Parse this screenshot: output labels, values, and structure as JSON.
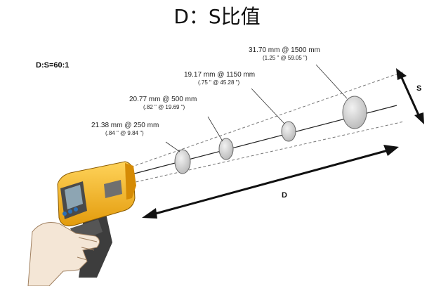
{
  "title": "D：S比值",
  "ratio_label": "D:S=60:1",
  "spots": [
    {
      "mm": "21.38 mm @ 250 mm",
      "inch": "(.84 \" @ 9.84 \")"
    },
    {
      "mm": "20.77 mm @ 500 mm",
      "inch": "(.82 \" @ 19.69 \")"
    },
    {
      "mm": "19.17 mm @ 1150 mm",
      "inch": "(.75 \" @ 45.28 \")"
    },
    {
      "mm": "31.70 mm @ 1500 mm",
      "inch": "(1.25 \" @ 59.05 \")"
    }
  ],
  "axis_labels": {
    "distance": "D",
    "spot": "S"
  },
  "colors": {
    "thermometer_body": "#f5b21e",
    "thermometer_dark": "#4a4a4a",
    "spot_fill": "#cfcfcf",
    "line": "#222222"
  }
}
